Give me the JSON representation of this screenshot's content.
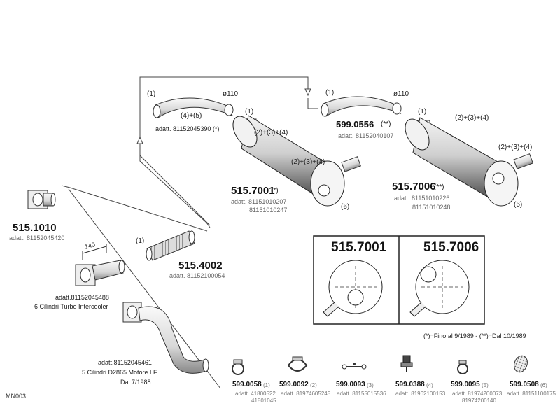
{
  "pipe_top_left": {
    "ref1": "(1)",
    "diameter": "ø110",
    "refs": "(4)+(5)",
    "adapter": "adatt. 81152045390 (*)"
  },
  "pipe_top_right": {
    "ref1": "(1)",
    "diameter": "ø110",
    "part": "599.0556",
    "part_mark": "(**)",
    "adapter": "adatt. 81152040107"
  },
  "muffler_left": {
    "ref1": "(1)",
    "refs_a": "(2)+(3)+(4)",
    "refs_b": "(2)+(3)+(4)",
    "ref6": "(6)",
    "part": "515.7001",
    "part_mark": "(*)",
    "adapter1": "adatt. 81151010207",
    "adapter2": "81151010247"
  },
  "muffler_right": {
    "ref1": "(1)",
    "refs_a": "(2)+(3)+(4)",
    "refs_b": "(2)+(3)+(4)",
    "ref6": "(6)",
    "part": "515.7006",
    "part_mark": "(**)",
    "adapter1": "adatt. 81151010226",
    "adapter2": "81151010248"
  },
  "flange_part": {
    "part": "515.1010",
    "adapter": "adatt. 81152045420"
  },
  "flex_pipe": {
    "ref1": "(1)",
    "part": "515.4002",
    "adapter": "adatt. 81152100054"
  },
  "flange_pipe": {
    "dimension": "140",
    "adapter": "adatt.81152045488",
    "desc": "6 Cilindri Turbo Intercooler"
  },
  "bent_pipe": {
    "adapter": "adatt.81152045461",
    "desc1": "5 Cilindri D2865 Motore LF",
    "desc2": "Dal 7/1988"
  },
  "compare_box": {
    "left": "515.7001",
    "right": "515.7006"
  },
  "legend": "(*)=Fino al 9/1989  -  (**)=Dal 10/1989",
  "code": "MN003",
  "accessories": [
    {
      "part": "599.0058",
      "ref": "(1)",
      "adapter1": "adatt. 41800522",
      "adapter2": "41801045"
    },
    {
      "part": "599.0092",
      "ref": "(2)",
      "adapter1": "adatt. 81974605245",
      "adapter2": ""
    },
    {
      "part": "599.0093",
      "ref": "(3)",
      "adapter1": "adatt. 81155015536",
      "adapter2": ""
    },
    {
      "part": "599.0388",
      "ref": "(4)",
      "adapter1": "adatt. 81962100153",
      "adapter2": ""
    },
    {
      "part": "599.0095",
      "ref": "(5)",
      "adapter1": "adatt. 81974200073",
      "adapter2": "81974200140"
    },
    {
      "part": "599.0508",
      "ref": "(6)",
      "adapter1": "adatt. 81151100175",
      "adapter2": ""
    }
  ]
}
